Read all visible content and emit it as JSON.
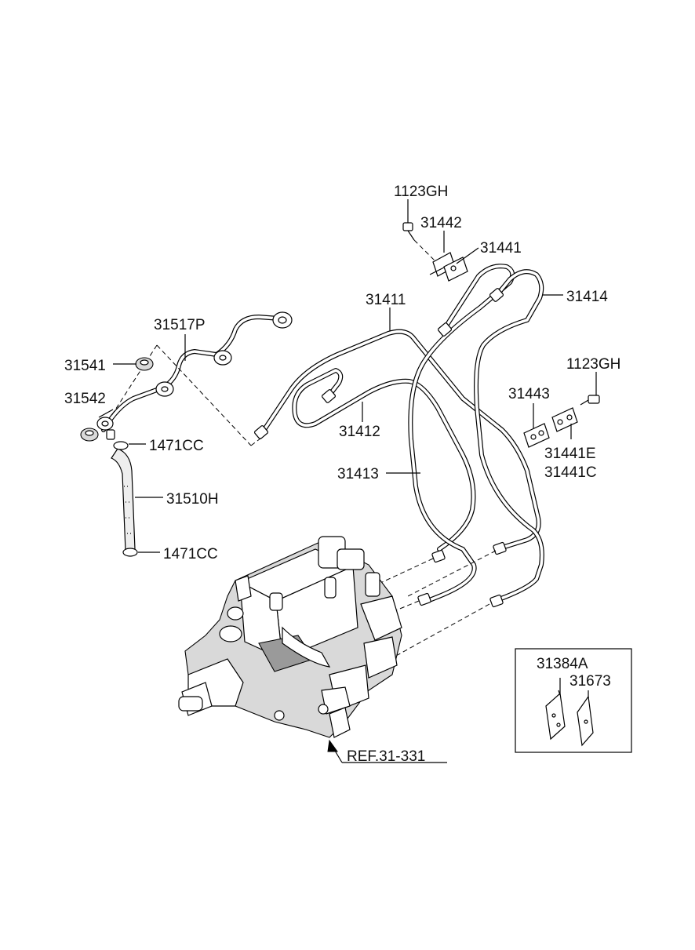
{
  "labels": {
    "p1123gh_top": "1123GH",
    "p31442": "31442",
    "p31441": "31441",
    "p31411": "31411",
    "p31414": "31414",
    "p31517p": "31517P",
    "p31541": "31541",
    "p31542": "31542",
    "p1471cc_top": "1471CC",
    "p31510h": "31510H",
    "p1471cc_bottom": "1471CC",
    "p31412": "31412",
    "p31413": "31413",
    "p1123gh_right": "1123GH",
    "p31443": "31443",
    "p31441e": "31441E",
    "p31441c": "31441C",
    "p31384a": "31384A",
    "p31673": "31673",
    "ref": "REF.31-331"
  },
  "colors": {
    "line": "#000000",
    "background": "#ffffff",
    "shade": "#d9d9d9"
  }
}
